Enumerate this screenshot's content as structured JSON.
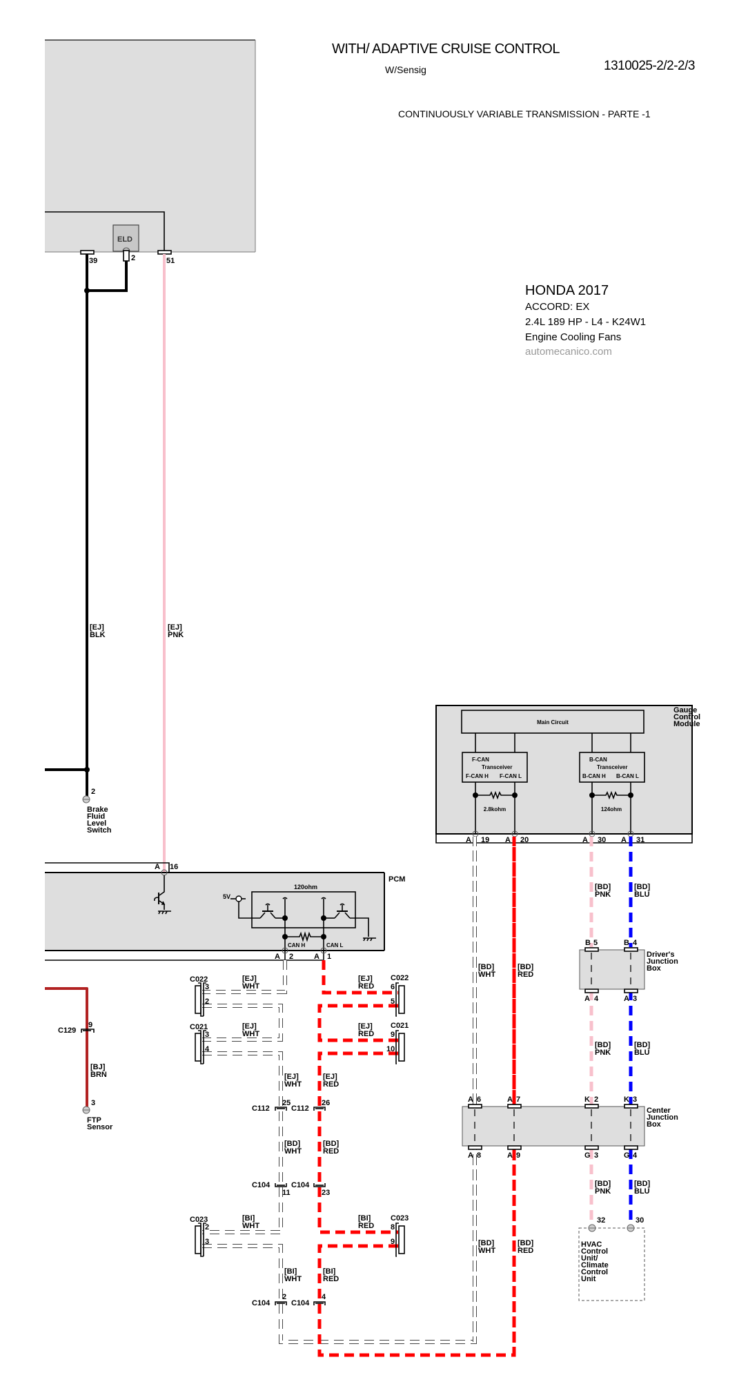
{
  "header": {
    "title": "WITH/ ADAPTIVE CRUISE CONTROL",
    "subtitle": "W/Sensig",
    "doc_code": "1310025-2/2-2/3",
    "section": "CONTINUOUSLY VARIABLE TRANSMISSION - PARTE -1"
  },
  "vehicle": {
    "make_year": "HONDA 2017",
    "model": "ACCORD: EX",
    "engine": "2.4L 189 HP - L4 - K24W1",
    "system": "Engine Cooling Fans",
    "source": "automecanico.com"
  },
  "colors": {
    "BLK": "#000000",
    "PNK": "#f8c0cc",
    "RED": "#ff0000",
    "BLU": "#0000ff",
    "BRN": "#b22222",
    "WHT": "#ffffff",
    "module_fill": "#dedede"
  },
  "top_module": {
    "sub_component": "ELD",
    "pins": {
      "blk": "39",
      "eld": "2",
      "pnk": "51"
    }
  },
  "wires": {
    "ej_blk": {
      "harness": "[EJ]",
      "color": "BLK"
    },
    "ej_pnk": {
      "harness": "[EJ]",
      "color": "PNK"
    },
    "bj_brn": {
      "harness": "[BJ]",
      "color": "BRN"
    },
    "ej_wht_c022": {
      "harness": "[EJ]",
      "color": "WHT"
    },
    "ej_red_c022": {
      "harness": "[EJ]",
      "color": "RED"
    },
    "ej_wht_c021": {
      "harness": "[EJ]",
      "color": "WHT"
    },
    "ej_red_c021": {
      "harness": "[EJ]",
      "color": "RED"
    },
    "ej_wht_mid": {
      "harness": "[EJ]",
      "color": "WHT"
    },
    "ej_red_mid": {
      "harness": "[EJ]",
      "color": "RED"
    },
    "bd_wht_mid": {
      "harness": "[BD]",
      "color": "WHT"
    },
    "bd_red_mid": {
      "harness": "[BD]",
      "color": "RED"
    },
    "bi_wht_c023": {
      "harness": "[BI]",
      "color": "WHT"
    },
    "bi_red_c023": {
      "harness": "[BI]",
      "color": "RED"
    },
    "bi_wht_low": {
      "harness": "[BI]",
      "color": "WHT"
    },
    "bi_red_low": {
      "harness": "[BI]",
      "color": "RED"
    },
    "bd_wht_r1": {
      "harness": "[BD]",
      "color": "WHT"
    },
    "bd_red_r1": {
      "harness": "[BD]",
      "color": "RED"
    },
    "bd_wht_r2": {
      "harness": "[BD]",
      "color": "WHT"
    },
    "bd_red_r2": {
      "harness": "[BD]",
      "color": "RED"
    },
    "bd_pnk_1": {
      "harness": "[BD]",
      "color": "PNK"
    },
    "bd_blu_1": {
      "harness": "[BD]",
      "color": "BLU"
    },
    "bd_pnk_2": {
      "harness": "[BD]",
      "color": "PNK"
    },
    "bd_blu_2": {
      "harness": "[BD]",
      "color": "BLU"
    },
    "bd_pnk_3": {
      "harness": "[BD]",
      "color": "PNK"
    },
    "bd_blu_3": {
      "harness": "[BD]",
      "color": "BLU"
    }
  },
  "brake_fluid_switch": {
    "pin": "2",
    "label": [
      "Brake",
      "Fluid",
      "Level",
      "Switch"
    ]
  },
  "ftp_sensor": {
    "connector": "C129",
    "connector_pin": "9",
    "pin": "3",
    "label": [
      "FTP",
      "Sensor"
    ]
  },
  "pcm": {
    "name": "PCM",
    "pin_pnk": {
      "connector": "A",
      "pin": "16"
    },
    "supply": "5V",
    "termination": "120ohm",
    "can_h": "CAN H",
    "can_l": "CAN L",
    "pin_can_h": {
      "connector": "A",
      "pin": "2"
    },
    "pin_can_l": {
      "connector": "A",
      "pin": "1"
    }
  },
  "connectors": {
    "c022_left": {
      "name": "C022",
      "pin_top": "3",
      "pin_bottom": "2"
    },
    "c022_right": {
      "name": "C022",
      "pin_top": "6",
      "pin_bottom": "5"
    },
    "c021_left": {
      "name": "C021",
      "pin_top": "3",
      "pin_bottom": "4"
    },
    "c021_right": {
      "name": "C021",
      "pin_top": "9",
      "pin_bottom": "10"
    },
    "c112_wht": {
      "name": "C112",
      "pin": "25"
    },
    "c112_red": {
      "name": "C112",
      "pin": "26"
    },
    "c104_wht_upper": {
      "name": "C104",
      "pin": "11"
    },
    "c104_red_upper": {
      "name": "C104",
      "pin": "23"
    },
    "c023_left": {
      "name": "C023",
      "pin_top": "2",
      "pin_bottom": "3"
    },
    "c023_right": {
      "name": "C023",
      "pin_top": "8",
      "pin_bottom": "9"
    },
    "c104_wht_lower": {
      "name": "C104",
      "pin": "2"
    },
    "c104_red_lower": {
      "name": "C104",
      "pin": "4"
    }
  },
  "gauge_module": {
    "name": [
      "Gauge",
      "Control",
      "Module"
    ],
    "main_circuit": "Main Circuit",
    "fcan": {
      "title": "F-CAN",
      "sub": "Transceiver",
      "h": "F-CAN H",
      "l": "F-CAN L",
      "resistor": "2.8kohm"
    },
    "bcan": {
      "title": "B-CAN",
      "sub": "Transceiver",
      "h": "B-CAN H",
      "l": "B-CAN L",
      "resistor": "124ohm"
    },
    "pins": [
      {
        "connector": "A",
        "pin": "19"
      },
      {
        "connector": "A",
        "pin": "20"
      },
      {
        "connector": "A",
        "pin": "30"
      },
      {
        "connector": "A",
        "pin": "31"
      }
    ]
  },
  "drivers_junction_box": {
    "name": [
      "Driver's",
      "Junction",
      "Box"
    ],
    "top_pins": [
      {
        "connector": "B",
        "pin": "5"
      },
      {
        "connector": "B",
        "pin": "4"
      }
    ],
    "bottom_pins": [
      {
        "connector": "A",
        "pin": "4"
      },
      {
        "connector": "A",
        "pin": "3"
      }
    ]
  },
  "center_junction_box": {
    "name": [
      "Center",
      "Junction",
      "Box"
    ],
    "top_pins": [
      {
        "connector": "A",
        "pin": "6"
      },
      {
        "connector": "A",
        "pin": "7"
      },
      {
        "connector": "K",
        "pin": "2"
      },
      {
        "connector": "K",
        "pin": "3"
      }
    ],
    "bottom_pins": [
      {
        "connector": "A",
        "pin": "8"
      },
      {
        "connector": "A",
        "pin": "9"
      },
      {
        "connector": "G",
        "pin": "3"
      },
      {
        "connector": "G",
        "pin": "4"
      }
    ]
  },
  "hvac_unit": {
    "name": [
      "HVAC",
      "Control",
      "Unit/",
      "Climate",
      "Control",
      "Unit"
    ],
    "pins": [
      "32",
      "30"
    ]
  }
}
